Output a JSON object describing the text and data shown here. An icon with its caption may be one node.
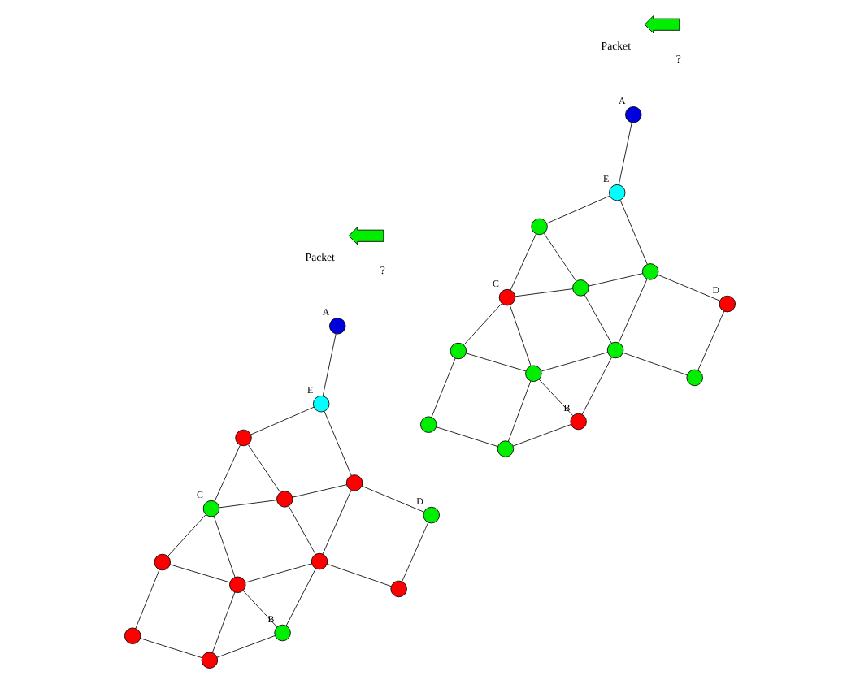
{
  "diagram": {
    "nodes": [
      {
        "text": [],
        "shape": "circle"
      },
      {
        "text": [],
        "shape": "circle"
      },
      {
        "text": [],
        "shape": "circle",
        "beside": [
          "C"
        ]
      },
      {
        "text": [],
        "shape": "circle"
      },
      {
        "text": [],
        "shape": "circle",
        "beside": [
          "E"
        ]
      },
      {
        "text": [],
        "shape": "circle",
        "beside": [
          "A"
        ]
      },
      {
        "text": [],
        "shape": "circle"
      },
      {
        "text": [],
        "shape": "circle"
      },
      {
        "text": [],
        "shape": "circle"
      },
      {
        "text": [],
        "shape": "circle"
      },
      {
        "text": [],
        "shape": "circle",
        "beside": [
          "B"
        ]
      },
      {
        "text": [],
        "shape": "circle"
      },
      {
        "text": [],
        "shape": "circle"
      },
      {
        "text": [],
        "shape": "circle",
        "beside": [
          "D"
        ]
      },
      {
        "text": [],
        "shape": "circle"
      },
      {
        "text": [],
        "shape": "circle"
      },
      {
        "text": [],
        "shape": "circle",
        "beside": [
          "C"
        ]
      },
      {
        "text": [],
        "shape": "circle"
      },
      {
        "text": [],
        "shape": "circle",
        "beside": [
          "E"
        ]
      },
      {
        "text": [],
        "shape": "circle",
        "beside": [
          "A"
        ]
      },
      {
        "text": [],
        "shape": "circle"
      },
      {
        "text": [],
        "shape": "circle"
      },
      {
        "text": [],
        "shape": "circle"
      },
      {
        "text": [],
        "shape": "circle"
      },
      {
        "text": [],
        "shape": "circle",
        "beside": [
          "B"
        ]
      },
      {
        "text": [],
        "shape": "circle"
      },
      {
        "text": [],
        "shape": "circle"
      },
      {
        "text": [],
        "shape": "circle",
        "beside": [
          "D"
        ]
      }
    ],
    "edges": [
      {
        "from": 0,
        "to": 1,
        "arrow": "none"
      },
      {
        "from": 1,
        "to": 2,
        "arrow": "none"
      },
      {
        "from": 2,
        "to": 3,
        "arrow": "none"
      },
      {
        "from": 3,
        "to": 4,
        "arrow": "none"
      },
      {
        "from": 4,
        "to": 5,
        "arrow": "none"
      },
      {
        "from": 0,
        "to": 6,
        "arrow": "none"
      },
      {
        "from": 1,
        "to": 7,
        "arrow": "none"
      },
      {
        "from": 6,
        "to": 7,
        "arrow": "none"
      },
      {
        "from": 7,
        "to": 2,
        "arrow": "none"
      },
      {
        "from": 2,
        "to": 8,
        "arrow": "none"
      },
      {
        "from": 3,
        "to": 8,
        "arrow": "none"
      },
      {
        "from": 6,
        "to": 10,
        "arrow": "none"
      },
      {
        "from": 7,
        "to": 10,
        "arrow": "none"
      },
      {
        "from": 7,
        "to": 11,
        "arrow": "none"
      },
      {
        "from": 8,
        "to": 11,
        "arrow": "none"
      },
      {
        "from": 8,
        "to": 9,
        "arrow": "none"
      },
      {
        "from": 4,
        "to": 9,
        "arrow": "none"
      },
      {
        "from": 10,
        "to": 11,
        "arrow": "none"
      },
      {
        "from": 11,
        "to": 9,
        "arrow": "none"
      },
      {
        "from": 11,
        "to": 12,
        "arrow": "none"
      },
      {
        "from": 12,
        "to": 13,
        "arrow": "none"
      },
      {
        "from": 9,
        "to": 13,
        "arrow": "none"
      },
      {
        "from": 14,
        "to": 15,
        "arrow": "none"
      },
      {
        "from": 15,
        "to": 16,
        "arrow": "none"
      },
      {
        "from": 16,
        "to": 17,
        "arrow": "none"
      },
      {
        "from": 17,
        "to": 18,
        "arrow": "none"
      },
      {
        "from": 18,
        "to": 19,
        "arrow": "none"
      },
      {
        "from": 14,
        "to": 20,
        "arrow": "none"
      },
      {
        "from": 15,
        "to": 21,
        "arrow": "none"
      },
      {
        "from": 20,
        "to": 21,
        "arrow": "none"
      },
      {
        "from": 21,
        "to": 16,
        "arrow": "none"
      },
      {
        "from": 16,
        "to": 22,
        "arrow": "none"
      },
      {
        "from": 17,
        "to": 22,
        "arrow": "none"
      },
      {
        "from": 20,
        "to": 24,
        "arrow": "none"
      },
      {
        "from": 21,
        "to": 24,
        "arrow": "none"
      },
      {
        "from": 21,
        "to": 25,
        "arrow": "none"
      },
      {
        "from": 22,
        "to": 25,
        "arrow": "none"
      },
      {
        "from": 22,
        "to": 23,
        "arrow": "none"
      },
      {
        "from": 18,
        "to": 23,
        "arrow": "none"
      },
      {
        "from": 24,
        "to": 25,
        "arrow": "none"
      },
      {
        "from": 25,
        "to": 23,
        "arrow": "none"
      },
      {
        "from": 25,
        "to": 26,
        "arrow": "none"
      },
      {
        "from": 26,
        "to": 27,
        "arrow": "none"
      },
      {
        "from": 23,
        "to": 27,
        "arrow": "none"
      }
    ],
    "labels": [
      "Packet",
      "?",
      "Packet",
      "?"
    ]
  }
}
